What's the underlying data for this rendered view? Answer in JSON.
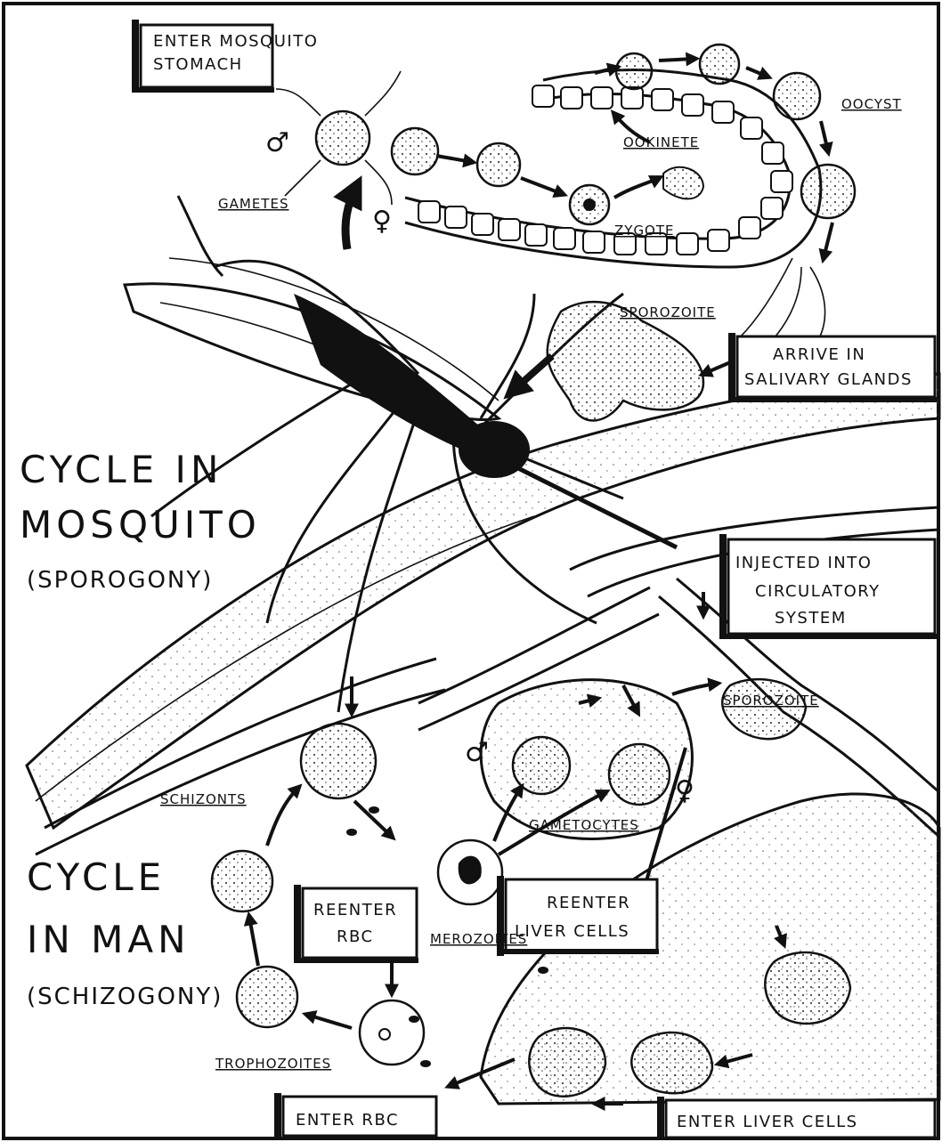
{
  "boxes": {
    "enter_stomach": [
      "ENTER MOSQUITO",
      "STOMACH"
    ],
    "salivary": [
      "ARRIVE IN",
      "SALIVARY GLANDS"
    ],
    "injected": [
      "INJECTED INTO",
      "CIRCULATORY",
      "SYSTEM"
    ],
    "reenter_rbc": [
      "REENTER",
      "RBC"
    ],
    "reenter_liver": [
      "REENTER",
      "LIVER CELLS"
    ],
    "enter_rbc": "ENTER RBC",
    "enter_liver": "ENTER LIVER CELLS"
  },
  "labels": {
    "gametes": "GAMETES",
    "oocyst": "OOCYST",
    "ookinete": "OOKINETE",
    "zygote": "ZYGOTE",
    "sporozoite_top": "SPOROZOITE",
    "sporozoite_mid": "SPOROZOITE",
    "schizonts": "SCHIZONTS",
    "gametocytes": "GAMETOCYTES",
    "merozoites": "MEROZOITES",
    "trophozoites": "TROPHOZOITES",
    "male_symbol": "♂",
    "female_symbol": "♀"
  },
  "titles": {
    "mosquito": [
      "CYCLE IN",
      "MOSQUITO",
      "(SPOROGONY)"
    ],
    "man": [
      "CYCLE",
      "IN MAN",
      "(SCHIZOGONY)"
    ]
  }
}
